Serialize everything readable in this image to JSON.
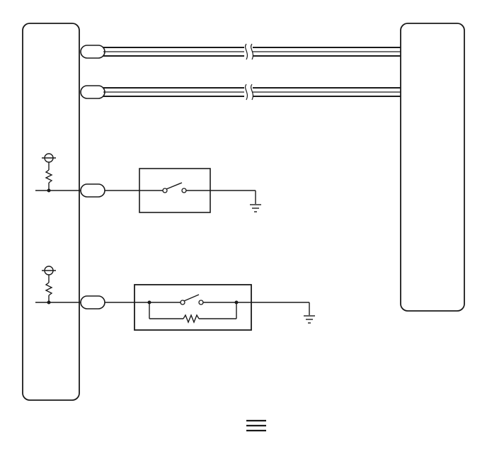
{
  "diagram": {
    "title": "",
    "colors": {
      "line": "#1a1a1a",
      "background": "#ffffff"
    },
    "components": [
      {
        "id": "left-module",
        "type": "module-box"
      },
      {
        "id": "right-module",
        "type": "module-box"
      },
      {
        "id": "normally-open-switch",
        "type": "switch-box"
      },
      {
        "id": "switch-with-parallel-resistor",
        "type": "switch-resistor-box"
      }
    ],
    "connections": [
      {
        "from": "left-module",
        "to": "right-module",
        "type": "shielded-line"
      },
      {
        "from": "left-module",
        "to": "right-module",
        "type": "shielded-line"
      },
      {
        "from": "left-module",
        "to": "normally-open-switch",
        "type": "signal-line"
      },
      {
        "from": "left-module",
        "to": "switch-with-parallel-resistor",
        "type": "signal-line"
      }
    ],
    "icons": {
      "legend": "menu-icon",
      "pull_up": "pull-up-resistor-icon",
      "ground": "ground-icon",
      "connector": "connector-icon",
      "break": "wire-break-icon"
    }
  }
}
